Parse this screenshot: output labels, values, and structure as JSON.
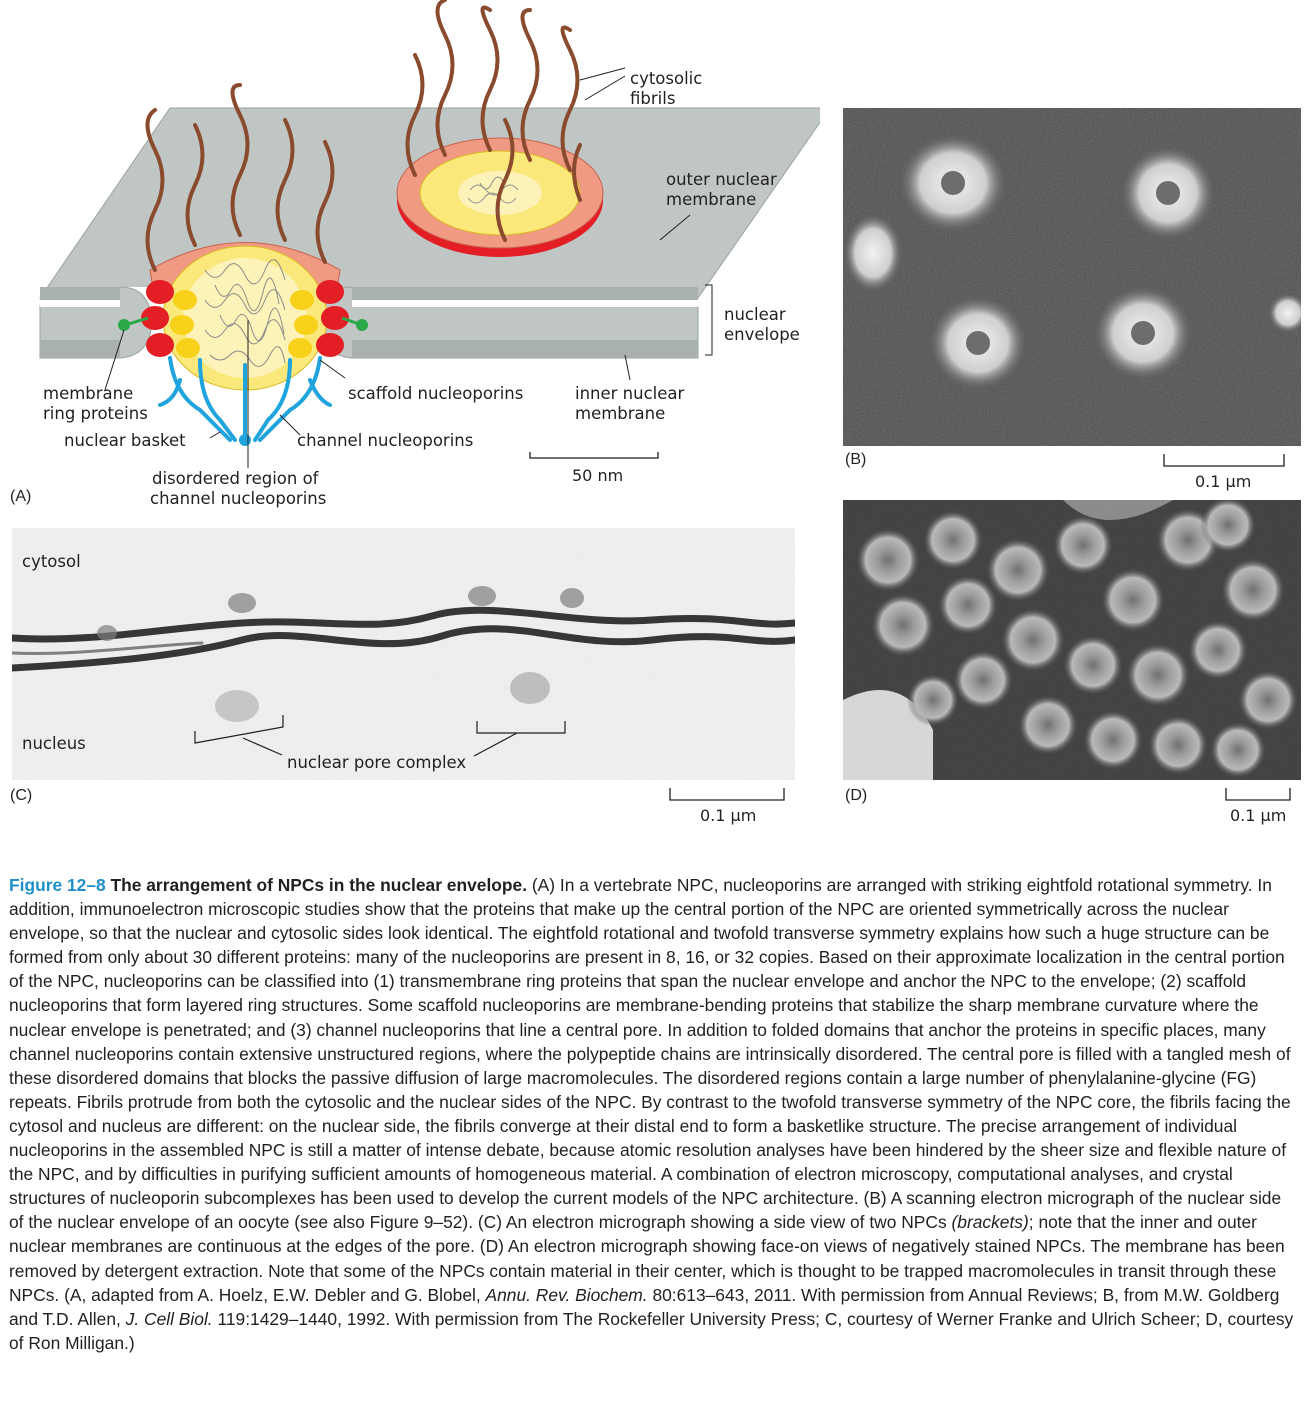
{
  "panel_a": {
    "tag": "(A)",
    "labels": {
      "cytosolic_fibrils": [
        "cytosolic",
        "fibrils"
      ],
      "outer_nuclear_membrane": [
        "outer nuclear",
        "membrane"
      ],
      "nuclear_envelope": [
        "nuclear",
        "envelope"
      ],
      "membrane_ring_proteins": [
        "membrane",
        "ring proteins"
      ],
      "scaffold_nucleoporins": "scaffold nucleoporins",
      "inner_nuclear_membrane": [
        "inner nuclear",
        "membrane"
      ],
      "nuclear_basket": "nuclear basket",
      "channel_nucleoporins": "channel nucleoporins",
      "disordered_region": [
        "disordered region of",
        "channel nucleoporins"
      ]
    },
    "scale_bar": "50 nm"
  },
  "panel_b": {
    "tag": "(B)",
    "scale_bar": "0.1 µm"
  },
  "panel_c": {
    "tag": "(C)",
    "labels": {
      "cytosol": "cytosol",
      "nucleus": "nucleus",
      "npc": "nuclear pore complex"
    },
    "scale_bar": "0.1 µm"
  },
  "panel_d": {
    "tag": "(D)",
    "scale_bar": "0.1 µm"
  },
  "colors": {
    "accent_blue": "#1f8fc8",
    "membrane_gray": "#bfc6c4",
    "fibril_brown": "#8a4a2e",
    "scaffold_red": "#e31e24",
    "ring_salmon": "#f09a84",
    "channel_yellow": "#f7e13a",
    "basket_blue": "#1fa4dd",
    "ring_protein_green": "#2aa84a"
  },
  "caption": {
    "figure_number": "Figure 12–8",
    "title": "The arrangement of NPCs in the nuclear envelope.",
    "part1": " (A) In a vertebrate NPC, nucleoporins are arranged with striking eightfold rotational symmetry. In addition, immunoelectron microscopic studies show that the proteins that make up the central portion of the NPC are oriented symmetrically across the nuclear envelope, so that the nuclear and cytosolic sides look identical. The eightfold rotational and twofold transverse symmetry explains how such a huge structure can be formed from only about 30 different proteins: many of the nucleoporins are present in 8, 16, or 32 copies. Based on their approximate localization in the central portion of the NPC, nucleoporins can be classified into (1) transmembrane ring proteins that span the nuclear envelope and anchor the NPC to the envelope; (2) scaffold nucleoporins that form layered ring structures. Some scaffold nucleoporins are membrane-bending proteins that stabilize the sharp membrane curvature where the nuclear envelope is penetrated; and (3) channel nucleoporins that line a central pore. In addition to folded domains that anchor the proteins in specific places, many channel nucleoporins contain extensive unstructured regions, where the polypeptide chains are intrinsically disordered. The central pore is filled with a tangled mesh of these disordered domains that blocks the passive diffusion of large macromolecules. The disordered regions contain a large number of phenylalanine-glycine (FG) repeats. Fibrils protrude from both the cytosolic and the nuclear sides of the NPC. By contrast to the twofold transverse symmetry of the NPC core, the fibrils facing the cytosol and nucleus are different: on the nuclear side, the fibrils converge at their distal end to form a basketlike structure. The precise arrangement of individual nucleoporins in the assembled NPC is still a matter of intense debate, because atomic resolution analyses have been hindered by the sheer size and flexible nature of the NPC, and by difficulties in purifying sufficient amounts of homogeneous material. A combination of electron microscopy, computational analyses, and crystal structures of nucleoporin subcomplexes has been used to develop the current models of the NPC architecture. (B) A scanning electron micrograph of the nuclear side of the nuclear envelope of an oocyte (see also Figure 9–52). (C) An electron micrograph showing a side view of two NPCs ",
    "brackets": "(brackets)",
    "part2": "; note that the inner and outer nuclear membranes are continuous at the edges of the pore. (D) An electron micrograph showing face-on views of negatively stained NPCs. The membrane has been removed by detergent extraction. Note that some of the NPCs contain material in their center, which is thought to be trapped macromolecules in transit through these NPCs. (A, adapted from A. Hoelz, E.W. Debler and G. Blobel, ",
    "journal1": "Annu. Rev. Biochem.",
    "part3": " 80:613–643, 2011. With permission from Annual Reviews; B, from M.W. Goldberg and T.D. Allen, ",
    "journal2": "J. Cell Biol.",
    "part4": " 119:1429–1440, 1992. With permission from The Rockefeller University Press; C, courtesy of Werner Franke and Ulrich Scheer; D, courtesy of Ron Milligan.)"
  }
}
